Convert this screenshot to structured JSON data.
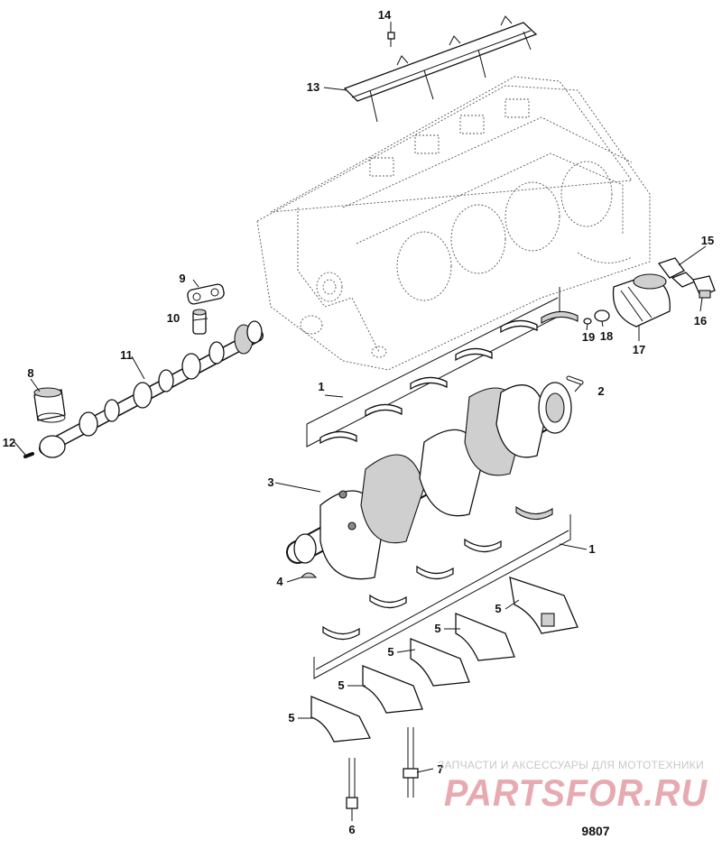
{
  "callouts": {
    "c1a": "1",
    "c1b": "1",
    "c2": "2",
    "c3": "3",
    "c4": "4",
    "c5a": "5",
    "c5b": "5",
    "c5c": "5",
    "c5d": "5",
    "c5e": "5",
    "c6": "6",
    "c7": "7",
    "c8": "8",
    "c9": "9",
    "c10": "10",
    "c11": "11",
    "c12": "12",
    "c13": "13",
    "c14": "14",
    "c15": "15",
    "c16": "16",
    "c17": "17",
    "c18": "18",
    "c19": "19"
  },
  "watermark": {
    "tagline": "ЗАПЧАСТИ И АКСЕССУАРЫ ДЛЯ МОТОТЕХНИКИ",
    "brand": "PARTSFOR.RU"
  },
  "figure_number": "9807"
}
